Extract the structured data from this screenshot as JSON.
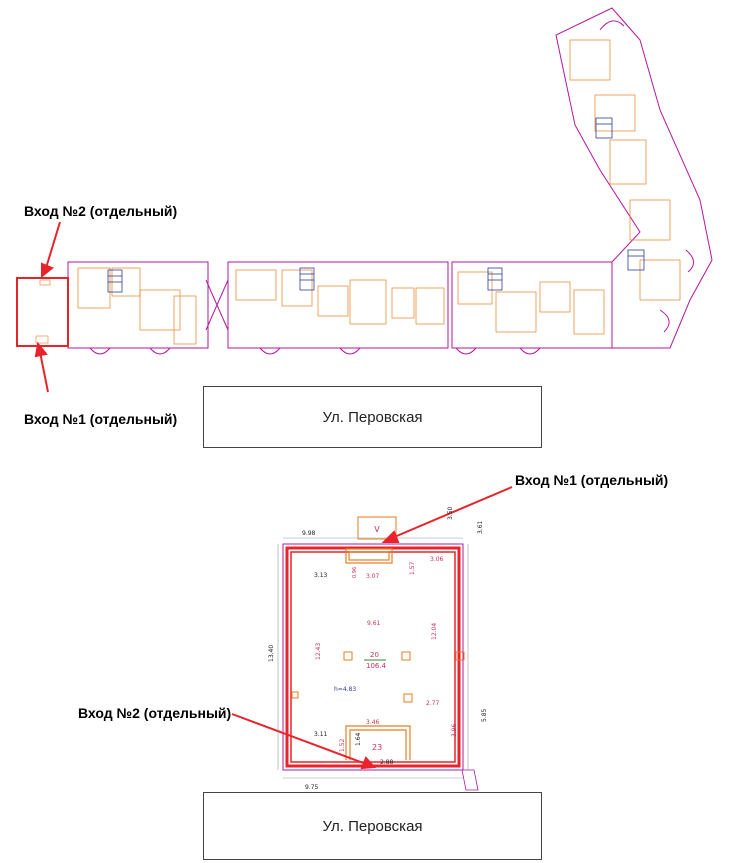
{
  "overview": {
    "entrance2_label": "Вход №2 (отдельный)",
    "entrance1_label": "Вход №1 (отдельный)",
    "street_name": "Ул. Перовская"
  },
  "detail": {
    "entrance1_label": "Вход №1 (отдельный)",
    "entrance2_label": "Вход №2 (отдельный)",
    "street_name": "Ул. Перовская",
    "dimensions": {
      "top_outer": "9.98",
      "top_right_a": "3.50",
      "top_right_b": "3.61",
      "left_outer": "13.40",
      "bottom_outer": "9.75",
      "top_left_inner": "3.13",
      "vestibule_width": "3.07",
      "top_right_inner": "3.06",
      "vestibule_depth": "1.57",
      "vestibule_small": "0.96",
      "room_width": "9.61",
      "room_left_height": "12.43",
      "room_right_height": "12.04",
      "area_room_number": "20",
      "area_value": "106.4",
      "ceiling_height": "h=4.83",
      "right_inner": "2.77",
      "right_lower": "3.96",
      "right_outer_lower": "5.85",
      "bottom_left_inner": "3.11",
      "bottom_vest_width": "3.46",
      "bottom_vest_number": "23",
      "bottom_vest_depth_a": "1.52",
      "bottom_vest_depth_b": "1.64",
      "bottom_vest_bottom": "2.88"
    }
  },
  "colors": {
    "highlight": "#e8232a",
    "wall": "#b5179e",
    "annotation": "#cc2f5a",
    "dimension": "#222222",
    "furniture": "#e67e22",
    "blue": "#2c3e9f"
  }
}
